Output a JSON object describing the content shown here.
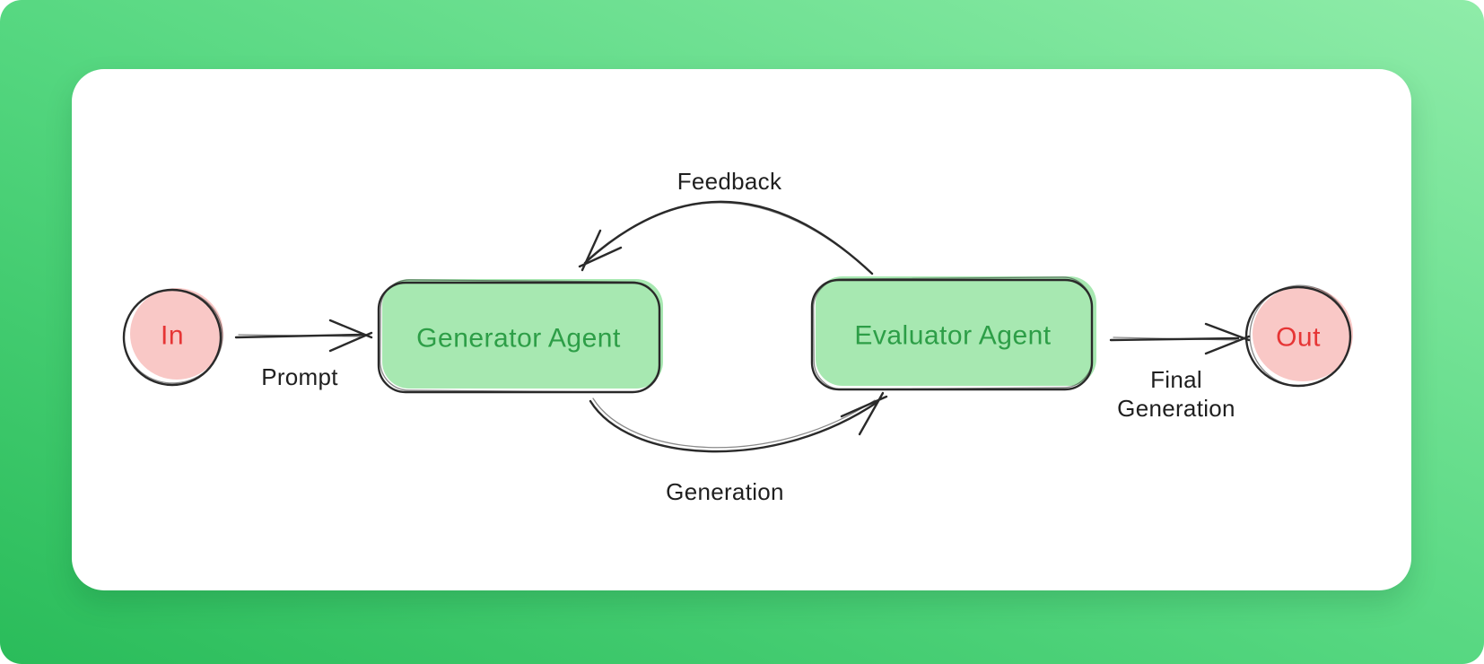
{
  "canvas": {
    "background_gradient_from": "#2abc5a",
    "background_gradient_to": "#8feca9",
    "card_color": "#ffffff"
  },
  "diagram": {
    "title": "generator-evaluator agent loop",
    "stroke_color": "#2a2a2a",
    "label_color": "#1f1f1f",
    "nodes": [
      {
        "id": "in",
        "label": "In",
        "shape": "circle",
        "fill": "#f9c8c6",
        "text_color": "#e63535"
      },
      {
        "id": "generator",
        "label": "Generator Agent",
        "shape": "rounded-rect",
        "fill": "#a7e8b1",
        "text_color": "#2d9e47"
      },
      {
        "id": "evaluator",
        "label": "Evaluator Agent",
        "shape": "rounded-rect",
        "fill": "#a7e8b1",
        "text_color": "#2d9e47"
      },
      {
        "id": "out",
        "label": "Out",
        "shape": "circle",
        "fill": "#f9c8c6",
        "text_color": "#e63535"
      }
    ],
    "edges": [
      {
        "from": "in",
        "to": "generator",
        "label": "Prompt",
        "style": "straight-arrow"
      },
      {
        "from": "generator",
        "to": "evaluator",
        "label": "Generation",
        "style": "curved-arrow-below"
      },
      {
        "from": "evaluator",
        "to": "generator",
        "label": "Feedback",
        "style": "curved-arrow-above"
      },
      {
        "from": "evaluator",
        "to": "out",
        "label": "Final Generation",
        "label_lines": [
          "Final",
          "Generation"
        ],
        "style": "straight-arrow"
      }
    ]
  }
}
